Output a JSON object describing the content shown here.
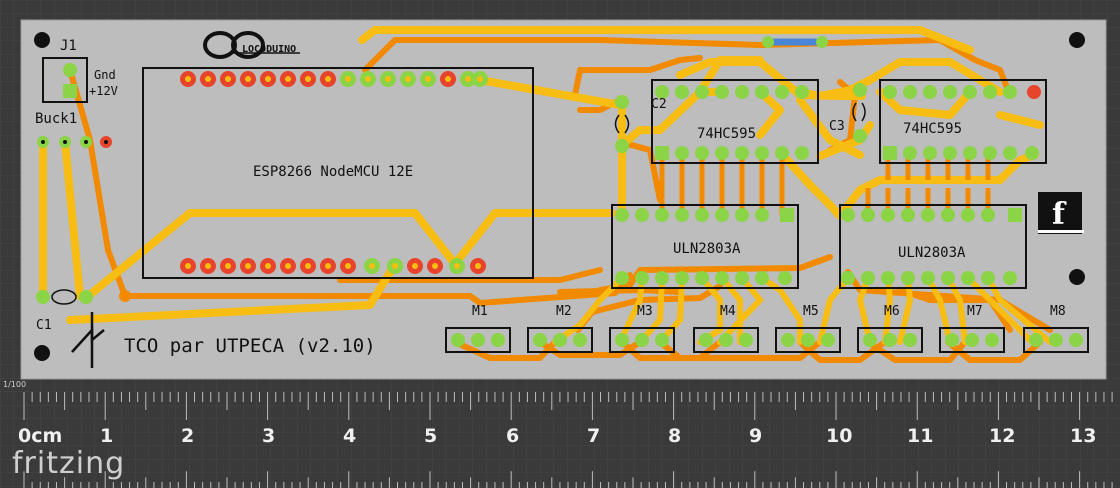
{
  "app": {
    "brand": "fritzing",
    "scale_label": "1/100",
    "ruler": {
      "unit_label": "0cm",
      "numbers": [
        "1",
        "2",
        "3",
        "4",
        "5",
        "6",
        "7",
        "8",
        "9",
        "10",
        "11",
        "12",
        "13"
      ]
    }
  },
  "pcb": {
    "colors": {
      "board": "#bdbdbd",
      "trace_top": "#f7bd13",
      "trace_bottom": "#f28a00",
      "pad": "#8ad445",
      "pad_red": "#e8442b",
      "silkscreen": "#111111",
      "jumper": "#4a86d8"
    },
    "title": "TCO par UTPECA (v2.10)",
    "logo_text": "LOCODUINO",
    "connector_j1": {
      "ref": "J1",
      "pin1_label": "Gnd",
      "pin2_label": "+12V"
    },
    "buck": {
      "ref": "Buck1"
    },
    "capacitors": [
      {
        "ref": "C1"
      },
      {
        "ref": "C2"
      },
      {
        "ref": "C3"
      }
    ],
    "mcu": {
      "label": "ESP8266 NodeMCU 12E"
    },
    "shift_registers": [
      {
        "label": "74HC595"
      },
      {
        "label": "74HC595"
      }
    ],
    "drivers": [
      {
        "label": "ULN2803A"
      },
      {
        "label": "ULN2803A"
      }
    ],
    "motor_connectors": [
      "M1",
      "M2",
      "M3",
      "M4",
      "M5",
      "M6",
      "M7",
      "M8"
    ],
    "fritzing_badge_icon": "fritzing-f-icon"
  }
}
